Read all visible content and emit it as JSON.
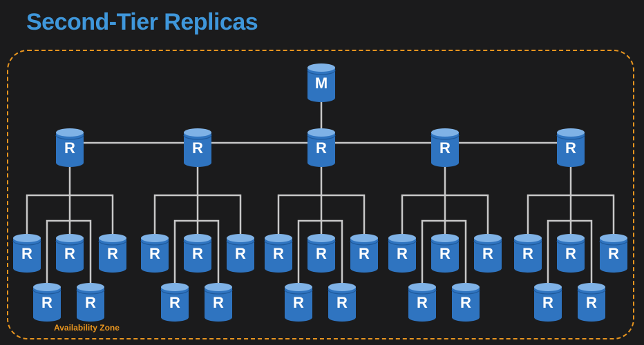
{
  "title": "Second-Tier Replicas",
  "zone_label": "Availability Zone",
  "colors": {
    "background": "#1b1b1c",
    "title": "#3f97db",
    "zone_border": "#e8951f",
    "db_body": "#2f74c0",
    "db_top": "#7fb2e6",
    "db_text": "#ffffff",
    "connector": "#c8c8c8"
  },
  "primary": {
    "label": "M"
  },
  "tier1": [
    {
      "label": "R",
      "children": [
        {
          "label": "R"
        },
        {
          "label": "R"
        },
        {
          "label": "R"
        },
        {
          "label": "R"
        },
        {
          "label": "R"
        }
      ]
    },
    {
      "label": "R",
      "children": [
        {
          "label": "R"
        },
        {
          "label": "R"
        },
        {
          "label": "R"
        },
        {
          "label": "R"
        },
        {
          "label": "R"
        }
      ]
    },
    {
      "label": "R",
      "children": [
        {
          "label": "R"
        },
        {
          "label": "R"
        },
        {
          "label": "R"
        },
        {
          "label": "R"
        },
        {
          "label": "R"
        }
      ]
    },
    {
      "label": "R",
      "children": [
        {
          "label": "R"
        },
        {
          "label": "R"
        },
        {
          "label": "R"
        },
        {
          "label": "R"
        },
        {
          "label": "R"
        }
      ]
    },
    {
      "label": "R",
      "children": [
        {
          "label": "R"
        },
        {
          "label": "R"
        },
        {
          "label": "R"
        },
        {
          "label": "R"
        },
        {
          "label": "R"
        }
      ]
    }
  ]
}
